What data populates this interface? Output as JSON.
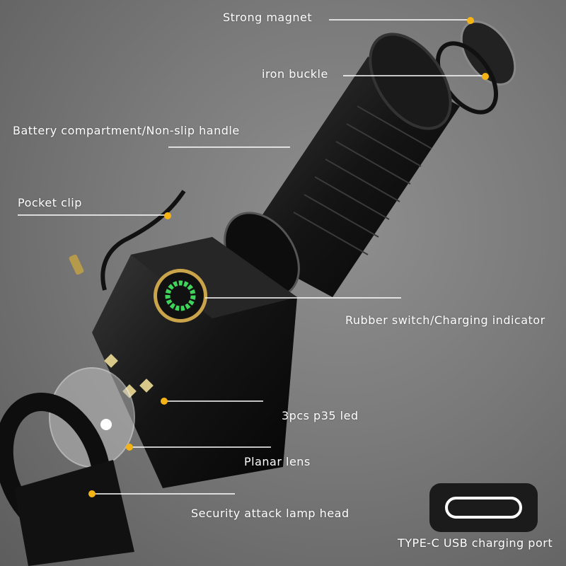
{
  "labels": {
    "magnet": "Strong magnet",
    "buckle": "iron buckle",
    "battery": "Battery compartment/Non-slip handle",
    "clip": "Pocket clip",
    "switch": "Rubber switch/Charging indicator",
    "led": "3pcs p35 led",
    "lens": "Planar lens",
    "head": "Security attack lamp head",
    "usb": "TYPE-C USB charging port"
  },
  "colors": {
    "accent_dot": "#f5b316",
    "line": "#ffffff",
    "indicator": "#3fd45a"
  }
}
